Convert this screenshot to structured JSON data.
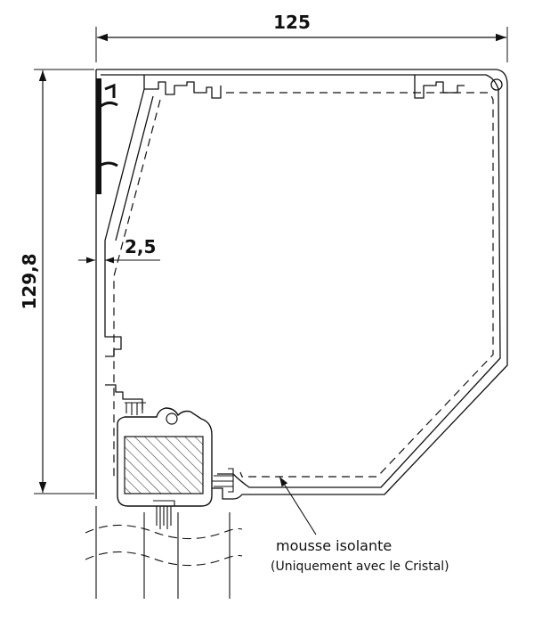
{
  "dimensions": {
    "width": "125",
    "height": "129,8",
    "gap": "2,5"
  },
  "annotation": {
    "line1": "mousse isolante",
    "line2": "(Uniquement avec le Cristal)"
  },
  "colors": {
    "line": "#111111",
    "profile_fill": "#ffffff",
    "hatch": "#444444"
  }
}
